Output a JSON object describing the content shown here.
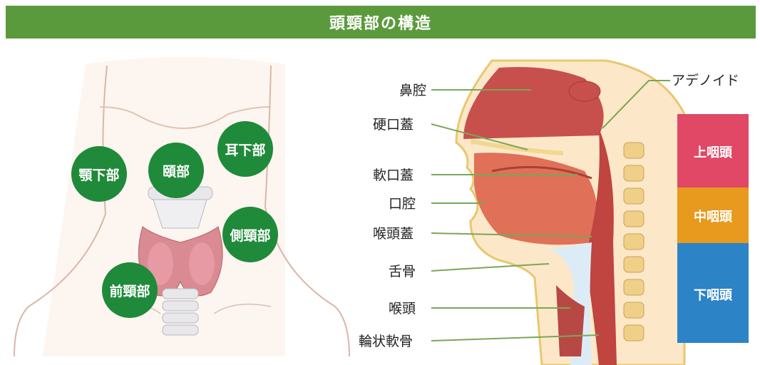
{
  "title": "頭頸部の構造",
  "colors": {
    "green": "#5a9a3c",
    "bubble_green": "#1f8a3a",
    "upper_pharynx": "#e04866",
    "middle_pharynx": "#e89a1e",
    "lower_pharynx": "#2c83c6",
    "leader_line": "#7aa65a"
  },
  "neck_bubbles": [
    {
      "label": "顎下部"
    },
    {
      "label": "頤部"
    },
    {
      "label": "耳下部"
    },
    {
      "label": "側頸部"
    },
    {
      "label": "前頸部"
    }
  ],
  "anatomy_labels": [
    {
      "label": "鼻腔"
    },
    {
      "label": "硬口蓋"
    },
    {
      "label": "軟口蓋"
    },
    {
      "label": "口腔"
    },
    {
      "label": "喉頭蓋"
    },
    {
      "label": "舌骨"
    },
    {
      "label": "喉頭"
    },
    {
      "label": "輪状軟骨"
    },
    {
      "label": "アデノイド"
    }
  ],
  "pharynx_regions": [
    {
      "label": "上咽頭"
    },
    {
      "label": "中咽頭"
    },
    {
      "label": "下咽頭"
    }
  ]
}
